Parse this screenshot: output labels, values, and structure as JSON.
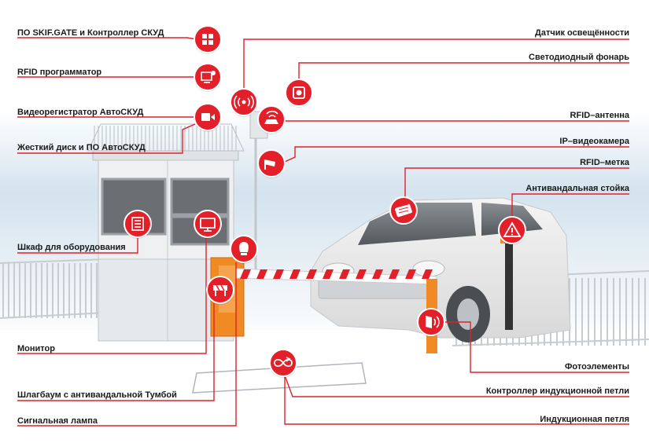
{
  "colors": {
    "accent": "#e3202a",
    "line": "#e3202a",
    "text": "#1a1a1a",
    "sky_top": "#c9dcea",
    "sky_bottom": "#ffffff",
    "barrier_post": "#f08a24"
  },
  "labels_left": [
    {
      "id": "skif-gate",
      "text": "ПО SKIF.GATE и Контроллер СКУД",
      "icon": "grid-icon"
    },
    {
      "id": "rfid-programmer",
      "text": "RFID программатор",
      "icon": "programmer-icon"
    },
    {
      "id": "video-recorder",
      "text": "Видеорегистратор АвтоСКУД",
      "icon": "video-camera-icon"
    },
    {
      "id": "hard-disk",
      "text": "Жесткий диск и ПО АвтоСКУД",
      "icon": "hard-disk-icon"
    },
    {
      "id": "equipment-cabinet",
      "text": "Шкаф для оборудования",
      "icon": "cabinet-icon"
    },
    {
      "id": "monitor",
      "text": "Монитор",
      "icon": "monitor-icon"
    },
    {
      "id": "barrier",
      "text": "Шлагбаум с антивандальной Тумбой",
      "icon": "barrier-icon"
    },
    {
      "id": "signal-lamp",
      "text": "Сигнальная лампа",
      "icon": "lamp-icon"
    }
  ],
  "labels_right": [
    {
      "id": "light-sensor",
      "text": "Датчик освещённости",
      "icon": "light-sensor-icon"
    },
    {
      "id": "led-lamp",
      "text": "Светодиодный фонарь",
      "icon": "led-lamp-icon"
    },
    {
      "id": "rfid-antenna",
      "text": "RFID–антенна",
      "icon": "antenna-icon"
    },
    {
      "id": "ip-camera",
      "text": "IP–видеокамера",
      "icon": "ip-camera-icon"
    },
    {
      "id": "rfid-tag",
      "text": "RFID–метка",
      "icon": "rfid-tag-icon"
    },
    {
      "id": "antivandal-post",
      "text": "Антивандальная стойка",
      "icon": "warning-icon"
    },
    {
      "id": "photo-elements",
      "text": "Фотоэлементы",
      "icon": "photocell-icon"
    },
    {
      "id": "loop-controller",
      "text": "Контроллер индукционной петли",
      "icon": "loop-icon"
    },
    {
      "id": "induction-loop",
      "text": "Индукционная петля",
      "icon": "loop-icon"
    }
  ]
}
